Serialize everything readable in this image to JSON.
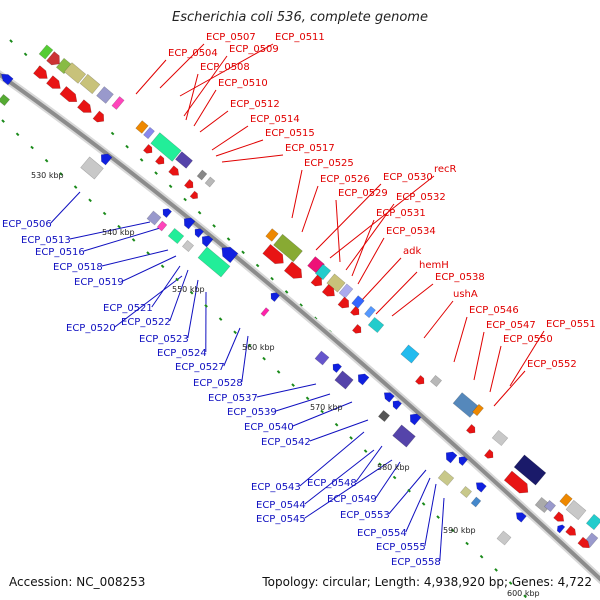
{
  "header": {
    "title": "Escherichia coli 536, complete genome"
  },
  "footer": {
    "accession": "Accession: NC_008253",
    "summary": "Topology: circular; Length: 4,938,920 bp; Genes: 4,722"
  },
  "colors": {
    "label_red": "#e00000",
    "label_blue": "#1010c0",
    "backbone": "#8c8c8c",
    "tick_green": "#1a8a1a",
    "forward_gene": "#e81414",
    "reverse_gene": "#1020e0"
  },
  "scale_ticks": [
    "530 kbp",
    "540 kbp",
    "550 kbp",
    "560 kbp",
    "570 kbp",
    "580 kbp",
    "590 kbp",
    "600 kbp"
  ],
  "red_labels": [
    "ECP_0507",
    "ECP_0511",
    "ECP_0504",
    "ECP_0509",
    "ECP_0508",
    "ECP_0510",
    "ECP_0512",
    "ECP_0514",
    "ECP_0515",
    "ECP_0517",
    "ECP_0525",
    "ECP_0526",
    "ECP_0530",
    "recR",
    "ECP_0529",
    "ECP_0532",
    "ECP_0531",
    "ECP_0534",
    "adk",
    "hemH",
    "ECP_0538",
    "ushA",
    "ECP_0546",
    "ECP_0547",
    "ECP_0551",
    "ECP_0550",
    "ECP_0552"
  ],
  "blue_labels": [
    "ECP_0506",
    "ECP_0513",
    "ECP_0516",
    "ECP_0518",
    "ECP_0519",
    "ECP_0521",
    "ECP_0522",
    "ECP_0520",
    "ECP_0523",
    "ECP_0524",
    "ECP_0527",
    "ECP_0528",
    "ECP_0537",
    "ECP_0539",
    "ECP_0540",
    "ECP_0542",
    "ECP_0543",
    "ECP_0548",
    "ECP_0549",
    "ECP_0544",
    "ECP_0545",
    "ECP_0553",
    "ECP_0554",
    "ECP_0555",
    "ECP_0558"
  ]
}
